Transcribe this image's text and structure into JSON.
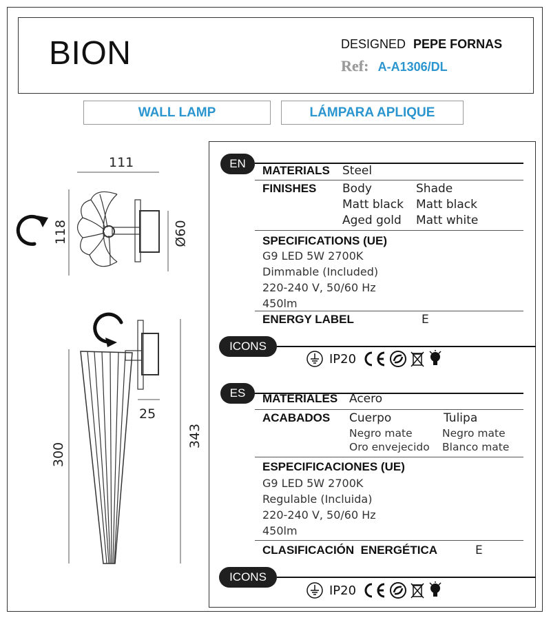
{
  "header": {
    "product_name": "BION",
    "designed_label": "DESIGNED",
    "designer": "PEPE FORNAS",
    "ref_label": "Ref:",
    "ref_value": "A-A1306/DL"
  },
  "product_type": {
    "en": "WALL LAMP",
    "es": "LÁMPARA APLIQUE"
  },
  "dimensions": {
    "top_width": "111",
    "top_height": "118",
    "diameter": "Ø60",
    "side_depth": "25",
    "shade_length": "300",
    "total_height": "343"
  },
  "en": {
    "lang": "EN",
    "materials_label": "MATERIALS",
    "materials_value": "Steel",
    "finishes_label": "FINISHES",
    "body_label": "Body",
    "shade_label": "Shade",
    "body_finishes": [
      "Matt black",
      "Aged gold"
    ],
    "shade_finishes": [
      "Matt black",
      "Matt white"
    ],
    "specs_label": "SPECIFICATIONS (UE)",
    "specs": [
      "G9 LED 5W 2700K",
      "Dimmable (Included)",
      "220-240 V, 50/60 Hz",
      "450lm"
    ],
    "energy_label": "ENERGY LABEL",
    "energy_value": "E",
    "icons_label": "ICONS",
    "ip_rating": "IP20"
  },
  "es": {
    "lang": "ES",
    "materials_label": "MATERIALES",
    "materials_value": "Acero",
    "finishes_label": "ACABADOS",
    "body_label": "Cuerpo",
    "shade_label": "Tulipa",
    "body_finishes": [
      "Negro mate",
      "Oro envejecido"
    ],
    "shade_finishes": [
      "Negro mate",
      "Blanco mate"
    ],
    "specs_label": "ESPECIFICACIONES (UE)",
    "specs": [
      "G9 LED 5W 2700K",
      "Regulable (Incluida)",
      "220-240 V, 50/60 Hz",
      "450lm"
    ],
    "energy_label": "CLASIFICACIÓN  ENERGÉTICA",
    "energy_value": "E",
    "icons_label": "ICONS",
    "ip_rating": "IP20"
  },
  "colors": {
    "accent": "#2b95cf",
    "pill": "#1f1f1f"
  },
  "icons": [
    "ground-class-icon",
    "ce-mark-icon",
    "recycle-icon",
    "weee-bin-icon",
    "led-bulb-icon",
    "rotate-icon"
  ]
}
